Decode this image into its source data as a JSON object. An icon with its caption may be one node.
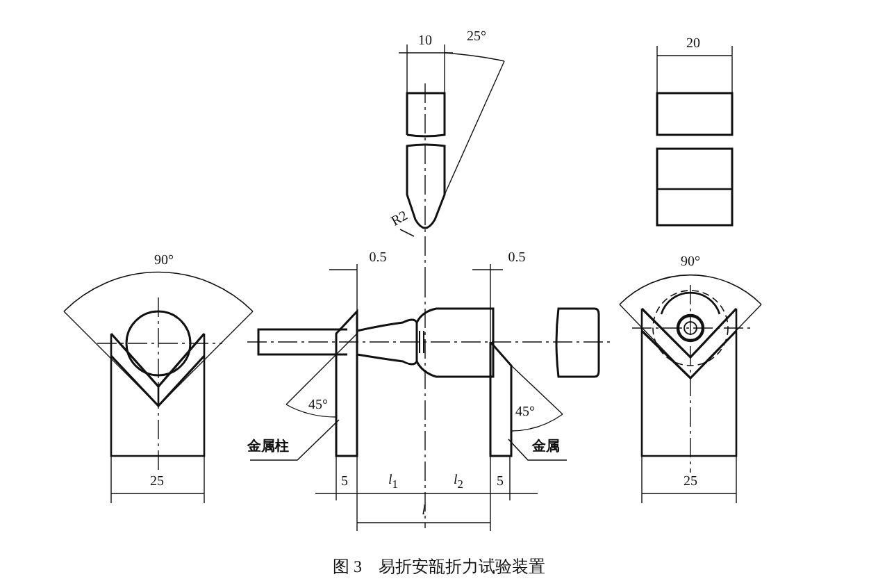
{
  "diagram": {
    "caption": "图 3　易折安瓿折力试验装置",
    "nodes": [
      {
        "text": [
          "金属柱"
        ]
      },
      {
        "text": [],
        "shape": "bar"
      },
      {
        "text": [
          "金属"
        ]
      },
      {
        "text": [],
        "shape": "bar"
      }
    ],
    "edges": [
      {
        "from": 0,
        "to": 1,
        "arrow": "none"
      },
      {
        "from": 2,
        "to": 3,
        "arrow": "none"
      }
    ],
    "labels": [
      "10",
      "25°",
      "20",
      "R2",
      "0.5",
      "0.5",
      "90°",
      "90°",
      "45°",
      "45°",
      "5",
      "*l*$_{1}$",
      "*l*$_{2}$",
      "5",
      "25",
      "25",
      "*l*"
    ]
  }
}
